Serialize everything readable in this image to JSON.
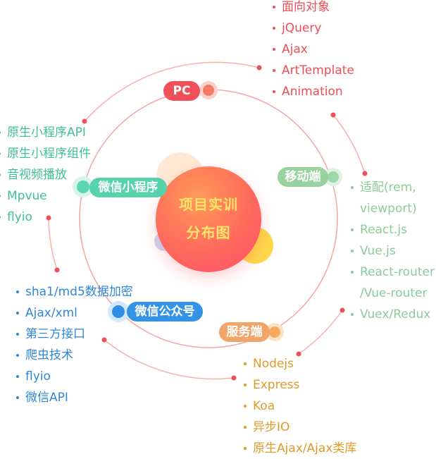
{
  "center": {
    "line1": "项目实训",
    "line2": "分布图"
  },
  "nodes": {
    "pc": "PC",
    "mobile": "移动端",
    "mini_program": "微信小程序",
    "wechat_public": "微信公众号",
    "server": "服务端"
  },
  "lists": {
    "pc": [
      "面向对象",
      "jQuery",
      "Ajax",
      "ArtTemplate",
      "Animation"
    ],
    "mini_program": [
      "原生小程序API",
      "原生小程序组件",
      "音视频播放",
      "Mpvue",
      "flyio"
    ],
    "mobile": [
      "适配(rem,",
      "viewport)",
      "React.js",
      "Vue.js",
      "React-router",
      "/Vue-router",
      "Vuex/Redux"
    ],
    "wechat_public": [
      "sha1/md5数据加密",
      "Ajax/xml",
      "第三方接口",
      "爬虫技术",
      "flyio",
      "微信API"
    ],
    "server": [
      "Nodejs",
      "Express",
      "Koa",
      "异步IO",
      "原生Ajax/Ajax类库"
    ]
  },
  "colors": {
    "pc": "#f04d55",
    "mobile": "#8ccc98",
    "mini_program": "#3fbf97",
    "wechat_public": "#2f86d9",
    "server": "#e19a2a",
    "orbit": "#f7a8a8"
  }
}
